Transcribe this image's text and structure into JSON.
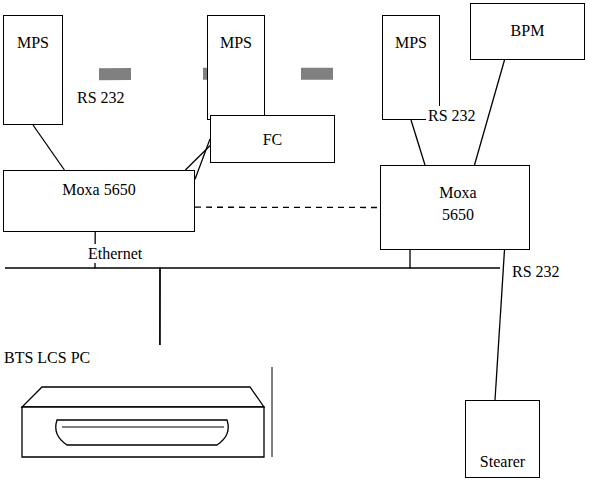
{
  "diagram": {
    "nodes": [
      {
        "text": [
          "MPS"
        ]
      },
      {
        "text": [
          "MPS"
        ]
      },
      {
        "text": [
          "MPS"
        ]
      },
      {
        "text": [
          "BPM"
        ]
      },
      {
        "text": [
          "FC"
        ]
      },
      {
        "text": [
          "Moxa 5650"
        ]
      },
      {
        "text": [
          "Moxa 5650"
        ]
      },
      {
        "text": [
          "BTS LCS PC"
        ]
      },
      {
        "text": [
          "Stearer"
        ]
      }
    ],
    "edges": [
      {
        "from": 0,
        "to": 5,
        "label": "RS 232",
        "arrow": "none"
      },
      {
        "from": 1,
        "to": 5,
        "arrow": "none"
      },
      {
        "from": 4,
        "to": 5,
        "arrow": "none"
      },
      {
        "from": 2,
        "to": 6,
        "arrow": "none"
      },
      {
        "from": 3,
        "to": 6,
        "label": "RS 232",
        "arrow": "none"
      },
      {
        "from": 6,
        "to": 8,
        "label": "RS 232",
        "arrow": "none"
      },
      {
        "from": 5,
        "to": 6,
        "arrow": "none"
      },
      {
        "from": 0,
        "to": 1,
        "arrow": "none"
      },
      {
        "from": 1,
        "to": 2,
        "arrow": "none"
      },
      {
        "from": 7,
        "to": 5,
        "arrow": "none"
      },
      {
        "from": 7,
        "to": 6,
        "arrow": "none"
      }
    ],
    "labels": [
      "Ethernet"
    ]
  }
}
